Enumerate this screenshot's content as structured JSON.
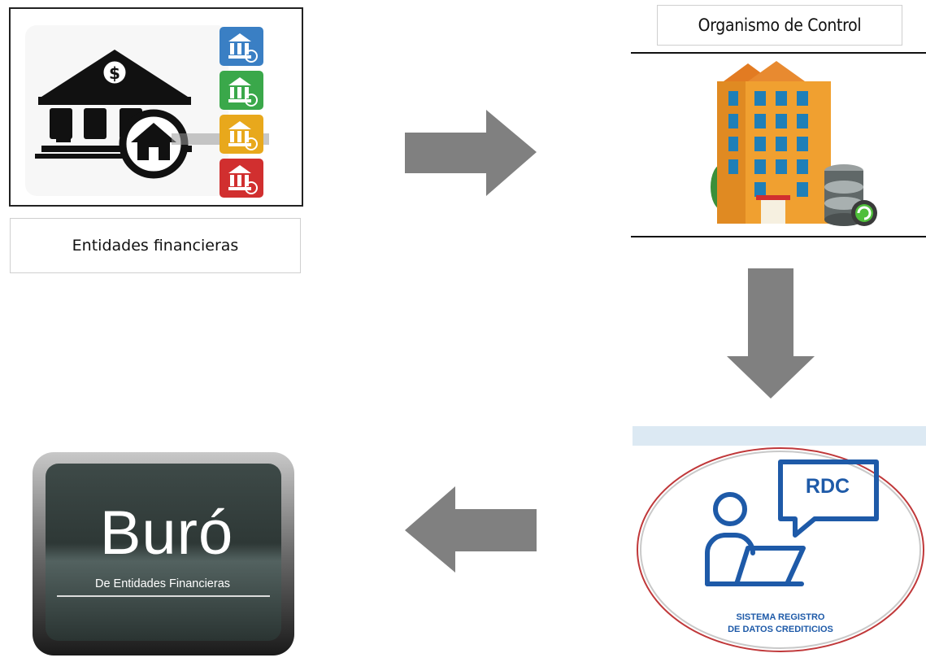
{
  "nodes": {
    "financial_entities": {
      "label": "Entidades financieras"
    },
    "control_organism": {
      "label": "Organismo de Control"
    },
    "rdc_system": {
      "code": "RDC",
      "caption_line1": "SISTEMA REGISTRO",
      "caption_line2": "DE DATOS CREDITICIOS"
    },
    "buro": {
      "title": "Buró",
      "subtitle": "De Entidades Financieras"
    }
  },
  "flow": [
    "financial_entities",
    "control_organism",
    "rdc_system",
    "buro"
  ],
  "colors": {
    "arrow": "#808080",
    "bank_blue": "#3a7fc4",
    "bank_green": "#3aa84a",
    "bank_yellow": "#e8a81c",
    "bank_red": "#d12f2f",
    "building_orange": "#f0a030",
    "rdc_blue": "#1e5aa8",
    "ellipse_red": "#c0383a",
    "buro_dark": "#3a4a48"
  },
  "icons": [
    "bank-icon",
    "house-magnifier-icon",
    "building-icon",
    "database-icon",
    "tree-icon",
    "person-laptop-icon",
    "chat-bubble-icon"
  ]
}
